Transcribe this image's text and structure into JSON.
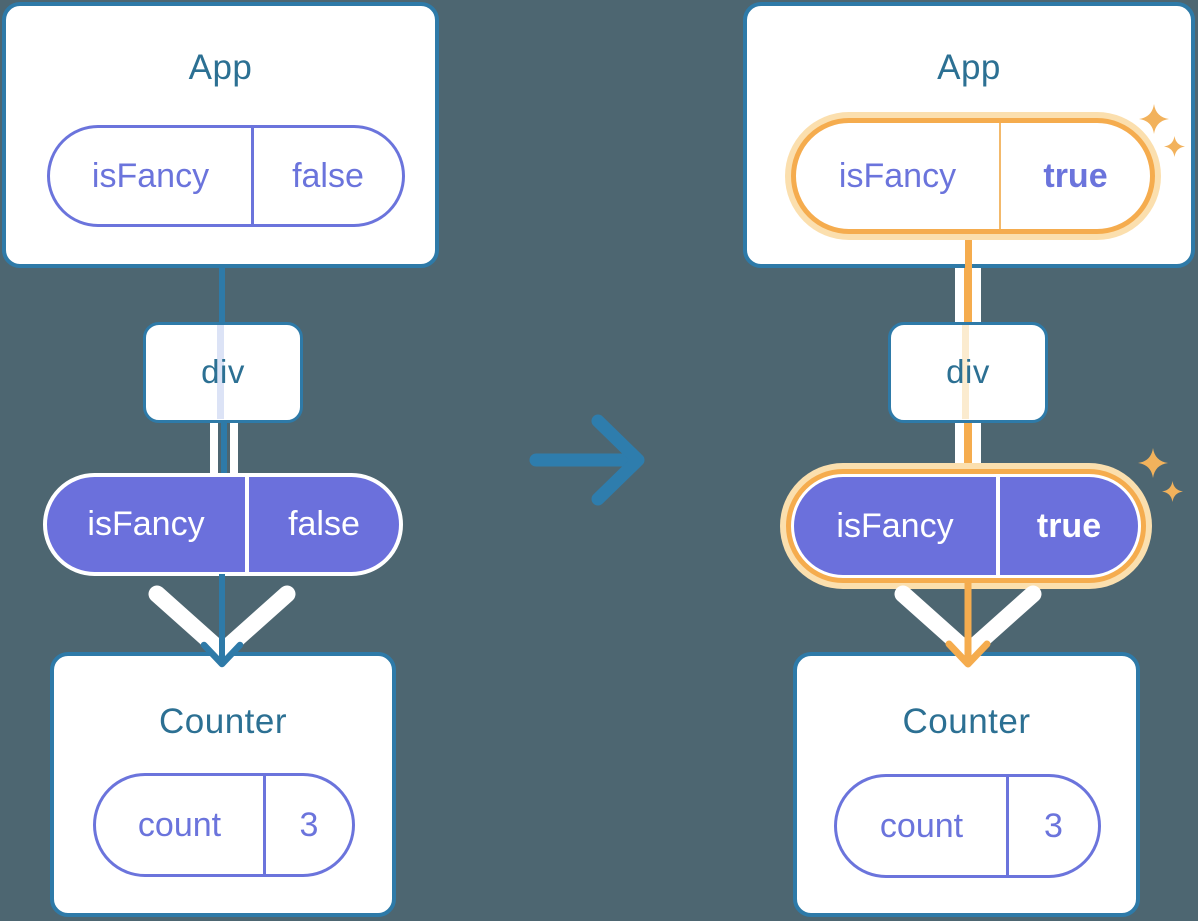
{
  "colors": {
    "background": "#4D6671",
    "card_border": "#2E7AA8",
    "heading_text": "#2C7093",
    "purple_outline": "#6B74DC",
    "purple_fill": "#6B70DC",
    "highlight_orange": "#F5AC4E",
    "highlight_glow": "#FBDFAE",
    "sparkle": "#F2B25C",
    "transition_arrow": "#2E7DAD",
    "white": "#FFFFFF"
  },
  "left_tree": {
    "app": {
      "title": "App",
      "prop_name": "isFancy",
      "prop_value": "false"
    },
    "div": {
      "title": "div"
    },
    "passed_prop": {
      "name": "isFancy",
      "value": "false"
    },
    "counter": {
      "title": "Counter",
      "state_name": "count",
      "state_value": "3"
    }
  },
  "right_tree": {
    "app": {
      "title": "App",
      "prop_name": "isFancy",
      "prop_value": "true"
    },
    "div": {
      "title": "div"
    },
    "passed_prop": {
      "name": "isFancy",
      "value": "true"
    },
    "counter": {
      "title": "Counter",
      "state_name": "count",
      "state_value": "3"
    }
  }
}
